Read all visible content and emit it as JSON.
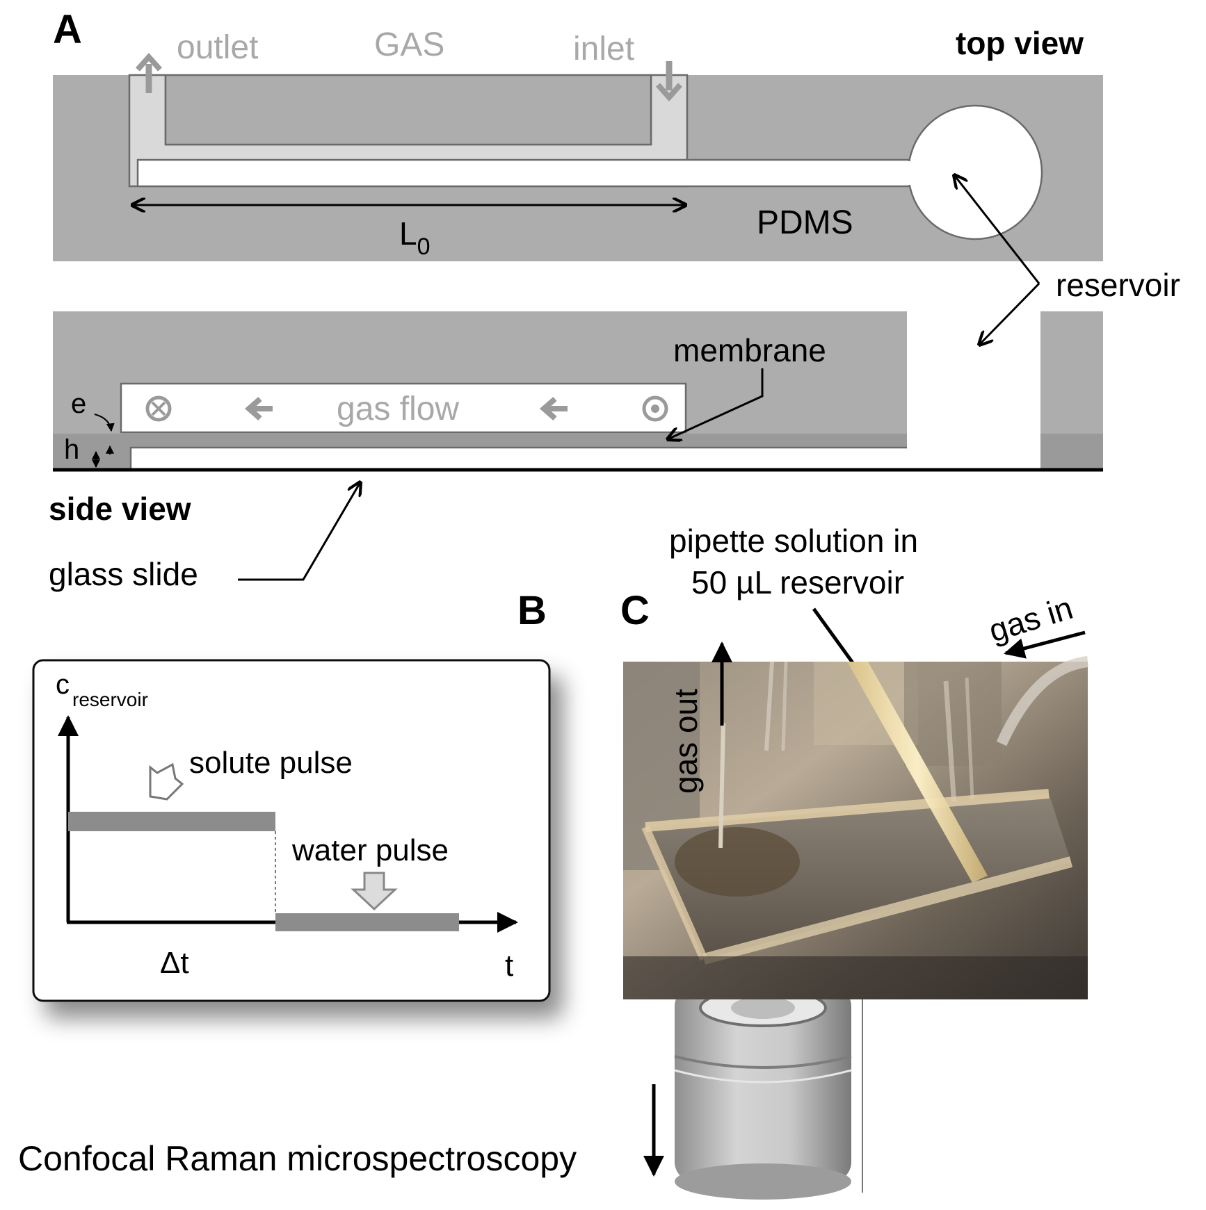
{
  "panel_a": {
    "label": "A",
    "top_view_label": "top view",
    "side_view_label": "side view",
    "outlet_label": "outlet",
    "gas_label": "GAS",
    "inlet_label": "inlet",
    "length_label": "L",
    "length_subscript": "0",
    "pdms_label": "PDMS",
    "reservoir_label": "reservoir",
    "membrane_label": "membrane",
    "gas_flow_label": "gas flow",
    "e_label": "e",
    "h_label": "h",
    "glass_slide_label": "glass slide"
  },
  "panel_b": {
    "label": "B",
    "y_axis_label": "c",
    "y_axis_subscript": "reservoir",
    "solute_pulse_label": "solute pulse",
    "water_pulse_label": "water pulse",
    "delta_t_label": "Δt",
    "t_label": "t"
  },
  "panel_c": {
    "label": "C",
    "pipette_line1": "pipette solution in",
    "pipette_line2": "50 µL reservoir",
    "gas_in_label": "gas in",
    "gas_out_label": "gas out",
    "confocal_label": "Confocal Raman microspectroscopy"
  },
  "colors": {
    "pdms_gray": "#adadad",
    "channel_light": "#d9d9d9",
    "label_gray": "#a8a8a8",
    "membrane_dark": "#9a9a9a",
    "pulse_bar": "#8c8c8c"
  }
}
